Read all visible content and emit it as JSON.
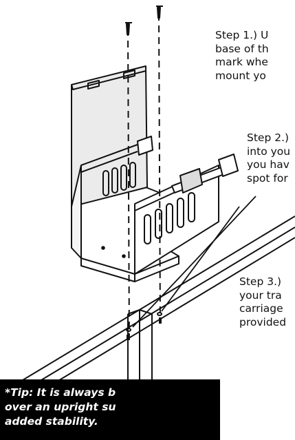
{
  "steps": [
    {
      "lines": [
        "Step 1.) U",
        "base of th",
        "mark whe",
        "mount yo"
      ]
    },
    {
      "lines": [
        "Step 2.)",
        "into you",
        "you hav",
        "spot for"
      ]
    },
    {
      "lines": [
        "Step 3.)",
        "your tra",
        "carriage",
        "provided"
      ]
    }
  ],
  "tip": {
    "lines": [
      "*Tip: It is always b",
      "over an upright su",
      "added stability."
    ]
  },
  "colors": {
    "ink": "#111111",
    "tip_bg": "#000000",
    "tip_text": "#ffffff",
    "panel_fill": "#ebebeb"
  },
  "icons": [
    "screw-icon",
    "screw-icon",
    "bracket-icon",
    "rail-icon",
    "upright-post-icon"
  ]
}
